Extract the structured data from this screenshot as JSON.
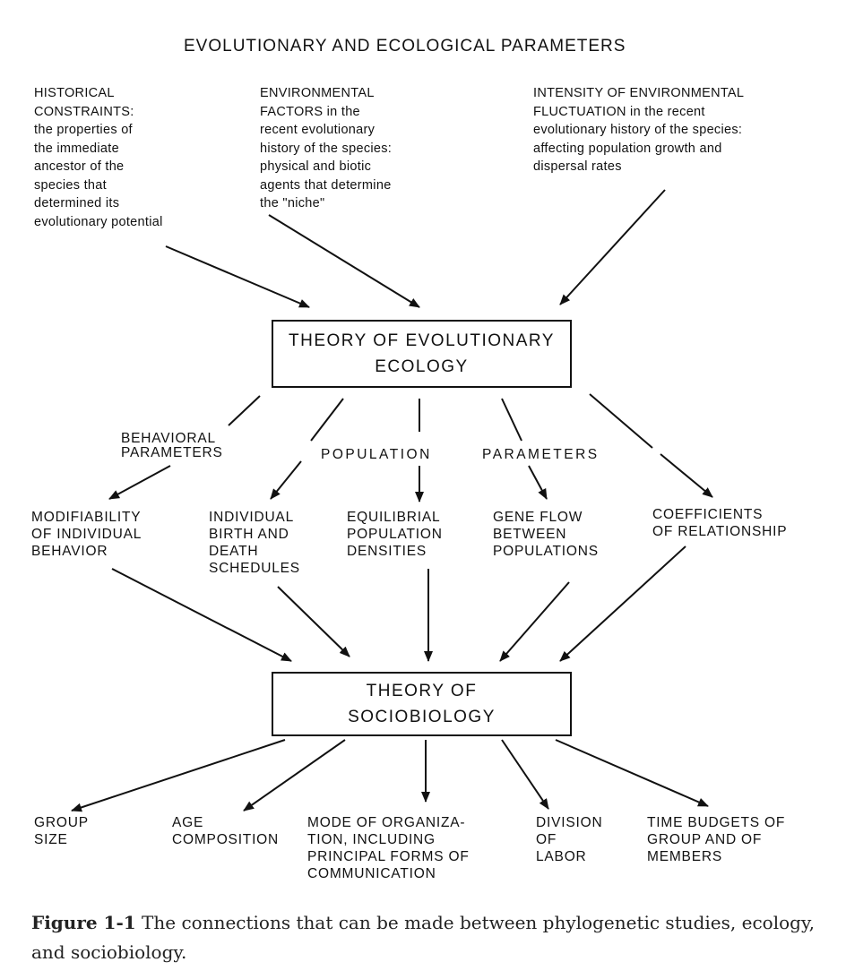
{
  "title": "EVOLUTIONARY AND ECOLOGICAL PARAMETERS",
  "top": {
    "historical": "HISTORICAL\nCONSTRAINTS:\nthe properties of\nthe immediate\nancestor of the\nspecies that\ndetermined its\nevolutionary potential",
    "environmental": "ENVIRONMENTAL\nFACTORS in the\nrecent evolutionary\nhistory of the species:\nphysical and biotic\nagents that determine\nthe \"niche\"",
    "intensity": "INTENSITY OF ENVIRONMENTAL\nFLUCTUATION in the recent\nevolutionary history of the species:\naffecting population growth and\ndispersal rates"
  },
  "box1": "THEORY OF EVOLUTIONARY\nECOLOGY",
  "middle": {
    "behavioral": "BEHAVIORAL\nPARAMETERS",
    "population": "POPULATION",
    "parameters": "PARAMETERS"
  },
  "row2": [
    "MODIFIABILITY\nOF INDIVIDUAL\nBEHAVIOR",
    "INDIVIDUAL\nBIRTH AND\nDEATH\nSCHEDULES",
    "EQUILIBRIAL\nPOPULATION\nDENSITIES",
    "GENE FLOW\nBETWEEN\nPOPULATIONS",
    "COEFFICIENTS\nOF RELATIONSHIP"
  ],
  "box2": "THEORY OF\nSOCIOBIOLOGY",
  "bottom": [
    "GROUP\nSIZE",
    "AGE\nCOMPOSITION",
    "MODE OF ORGANIZA-\nTION, INCLUDING\nPRINCIPAL FORMS OF\nCOMMUNICATION",
    "DIVISION\nOF\nLABOR",
    "TIME BUDGETS OF\nGROUP AND OF\nMEMBERS"
  ],
  "caption": {
    "label": "Figure 1-1",
    "text": " The connections that can be made between phylogenetic studies, ecology, and sociobiology."
  }
}
